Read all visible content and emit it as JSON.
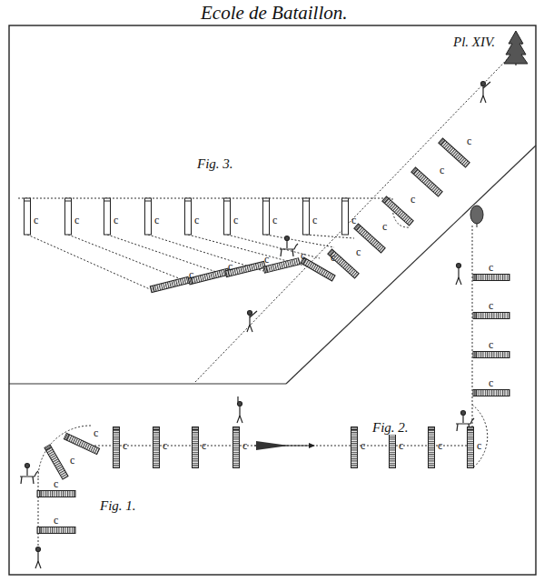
{
  "diagram": {
    "title": "Ecole de Bataillon.",
    "labels": [
      "Pl. XIV.",
      "Fig. 3.",
      "Fig. 2.",
      "Fig. 1.",
      "c",
      "c",
      "c",
      "c",
      "c",
      "c",
      "c",
      "c",
      "c",
      "c",
      "c",
      "c",
      "c",
      "c",
      "c",
      "c",
      "c",
      "c",
      "c",
      "c",
      "c",
      "c",
      "c",
      "c",
      "c",
      "c",
      "c",
      "c",
      "c",
      "c",
      "c",
      "c",
      "c",
      "c",
      "c"
    ]
  }
}
